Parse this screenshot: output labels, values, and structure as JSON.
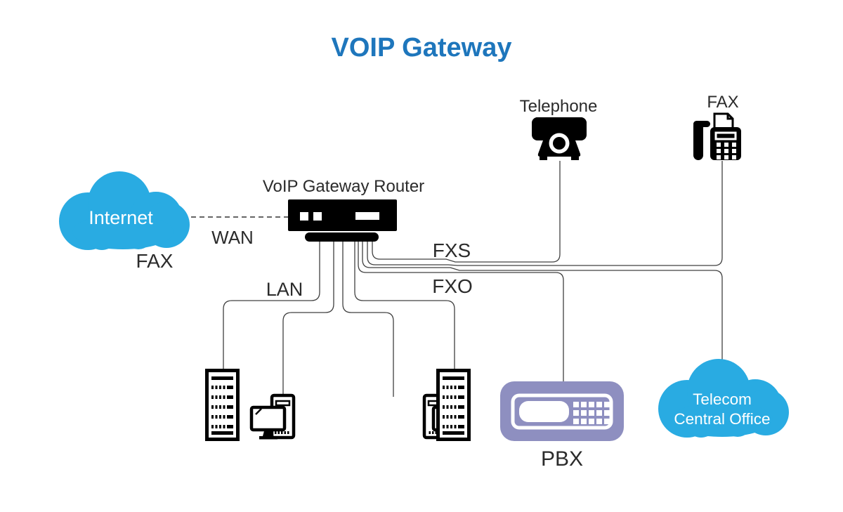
{
  "title": "VOIP Gateway",
  "colors": {
    "title_blue": "#1E76BC",
    "cloud_blue": "#29ABE2",
    "pbx_purple": "#8E8FC0",
    "line": "#404040",
    "icon_black": "#000000"
  },
  "nodes": {
    "internet": {
      "label": "Internet"
    },
    "internet_fax": {
      "label": "FAX"
    },
    "router": {
      "label": "VoIP Gateway Router"
    },
    "telephone": {
      "label": "Telephone"
    },
    "fax": {
      "label": "FAX"
    },
    "pbx": {
      "label": "PBX"
    },
    "telecom": {
      "label_line1": "Telecom",
      "label_line2": "Central Office"
    }
  },
  "links": {
    "wan": {
      "label": "WAN"
    },
    "lan": {
      "label": "LAN"
    },
    "fxs": {
      "label": "FXS"
    },
    "fxo": {
      "label": "FXO"
    }
  }
}
